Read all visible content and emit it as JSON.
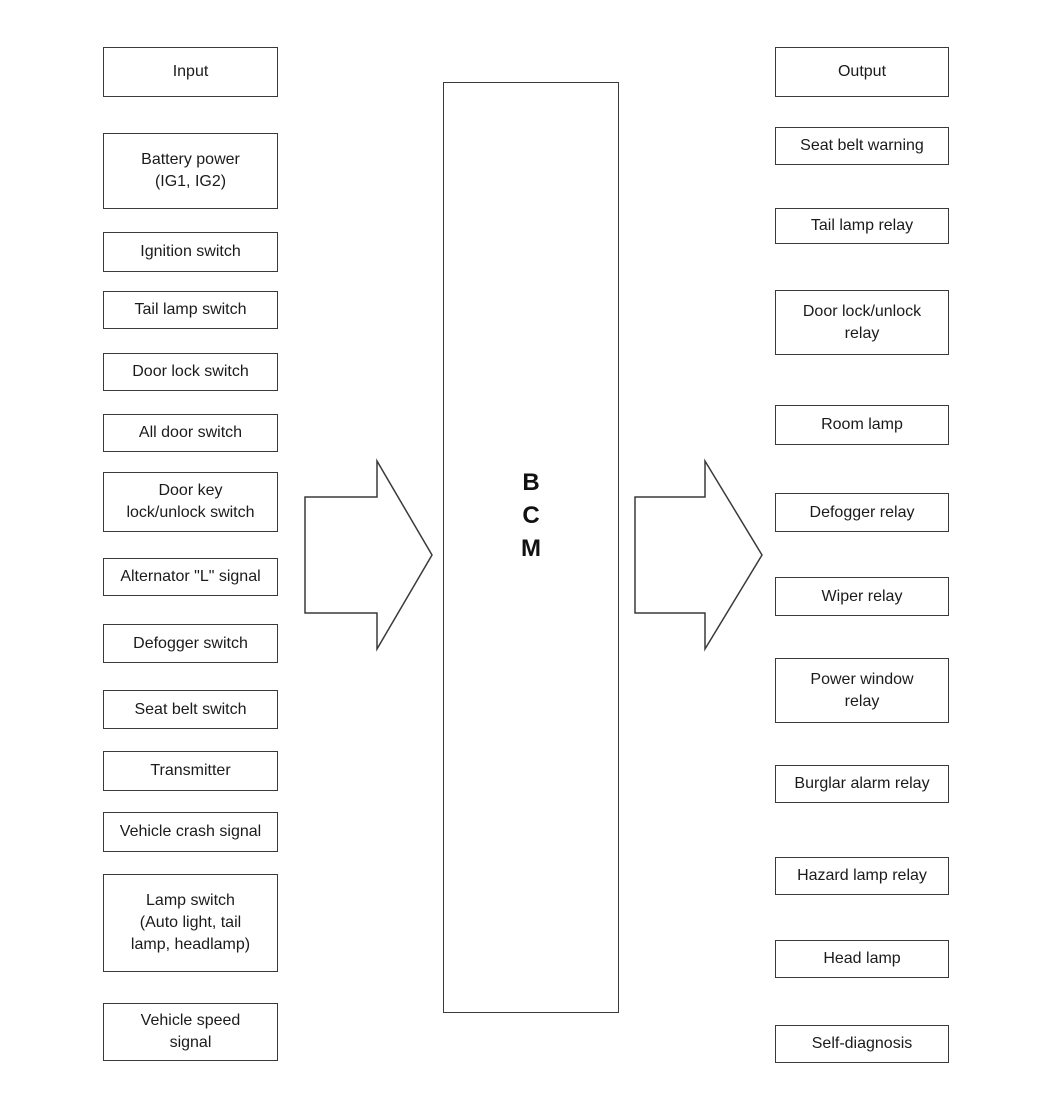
{
  "diagram_title": "BCM input/output block diagram",
  "colors": {
    "background": "#ffffff",
    "box_border": "#3a3a3a",
    "text": "#1b1b1b",
    "arrow_outline": "#3a3a3a",
    "arrow_fill": "#ffffff"
  },
  "bcm": {
    "letters": "B\nC\nM"
  },
  "icons": {
    "input_arrow": "right-block-arrow",
    "output_arrow": "right-block-arrow"
  },
  "input": {
    "header": "Input",
    "items": [
      "Battery power\n(IG1, IG2)",
      "Ignition switch",
      "Tail lamp switch",
      "Door lock switch",
      "All door switch",
      "Door key\nlock/unlock switch",
      "Alternator \"L\" signal",
      "Defogger switch",
      "Seat belt switch",
      "Transmitter",
      "Vehicle crash signal",
      "Lamp switch\n(Auto light, tail\nlamp, headlamp)",
      "Vehicle speed\nsignal"
    ]
  },
  "output": {
    "header": "Output",
    "items": [
      "Seat belt warning",
      "Tail lamp relay",
      "Door lock/unlock\nrelay",
      "Room lamp",
      "Defogger relay",
      "Wiper relay",
      "Power window\nrelay",
      "Burglar alarm relay",
      "Hazard lamp relay",
      "Head lamp",
      "Self-diagnosis"
    ]
  }
}
